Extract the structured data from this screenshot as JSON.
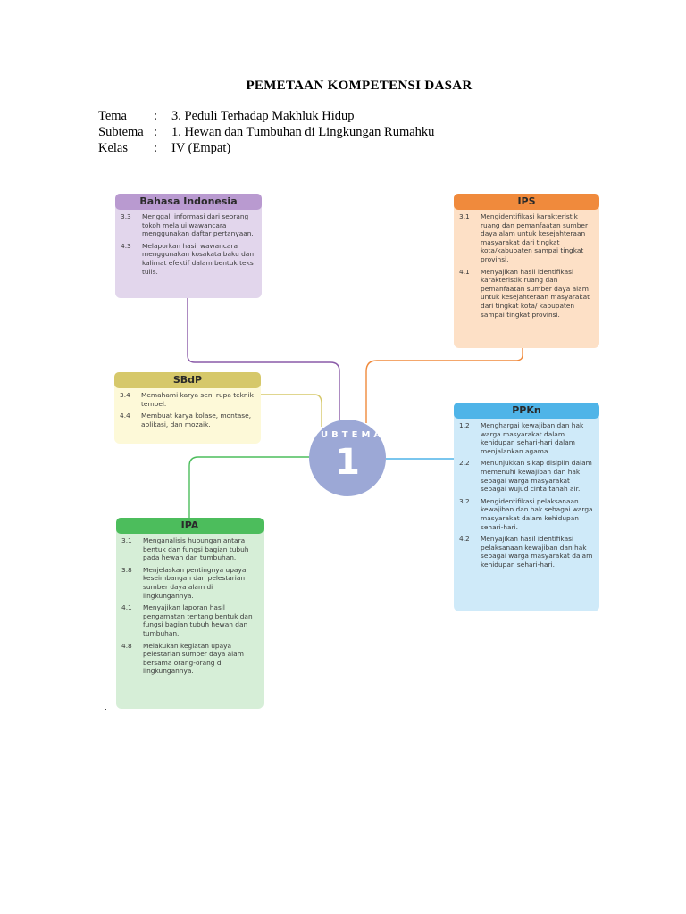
{
  "document": {
    "title": "PEMETAAN KOMPETENSI DASAR"
  },
  "meta": {
    "tema": {
      "label": "Tema",
      "sep": ":",
      "value": "3. Peduli Terhadap Makhluk Hidup"
    },
    "subtema": {
      "label": "Subtema",
      "sep": ":",
      "value": "1. Hewan dan Tumbuhan di Lingkungan Rumahku"
    },
    "kelas": {
      "label": "Kelas",
      "sep": ":",
      "value": "IV (Empat)"
    }
  },
  "hub": {
    "word": "SUBTEMA",
    "number": "1",
    "color": "#9ca8d6"
  },
  "subjects": {
    "bahasa": {
      "title": "Bahasa Indonesia",
      "head_color": "#b99ad0",
      "body_color": "#e2d6ec",
      "items": [
        {
          "code": "3.3",
          "text": "Menggali informasi dari seorang tokoh melalui wawancara menggunakan daftar pertanyaan."
        },
        {
          "code": "4.3",
          "text": "Melaporkan hasil wawancara menggunakan kosakata baku dan kalimat efektif dalam bentuk teks tulis."
        }
      ]
    },
    "ips": {
      "title": "IPS",
      "head_color": "#f08a3c",
      "body_color": "#fde0c6",
      "items": [
        {
          "code": "3.1",
          "text": "Mengidentifikasi karakteristik ruang dan pemanfaatan sumber daya alam untuk kesejahteraan masyarakat dari tingkat kota/kabupaten sampai tingkat provinsi."
        },
        {
          "code": "4.1",
          "text": "Menyajikan hasil identifikasi karakteristik ruang dan pemanfaatan sumber daya alam untuk kesejahteraan masyarakat dari tingkat kota/ kabupaten sampai tingkat provinsi."
        }
      ]
    },
    "sbdp": {
      "title": "SBdP",
      "head_color": "#d6c86a",
      "body_color": "#fdf9d8",
      "items": [
        {
          "code": "3.4",
          "text": "Memahami karya seni rupa teknik tempel."
        },
        {
          "code": "4.4",
          "text": "Membuat karya kolase, montase, aplikasi, dan mozaik."
        }
      ]
    },
    "ppkn": {
      "title": "PPKn",
      "head_color": "#4fb4e8",
      "body_color": "#cfeaf9",
      "items": [
        {
          "code": "1.2",
          "text": "Menghargai kewajiban dan hak warga masyarakat dalam kehidupan sehari-hari dalam menjalankan agama."
        },
        {
          "code": "2.2",
          "text": "Menunjukkan sikap disiplin dalam memenuhi kewajiban dan hak sebagai warga masyarakat sebagai wujud cinta tanah air."
        },
        {
          "code": "3.2",
          "text": "Mengidentifikasi pelaksanaan kewajiban dan hak sebagai warga masyarakat dalam kehidupan sehari-hari."
        },
        {
          "code": "4.2",
          "text": "Menyajikan hasil identifikasi pelaksanaan kewajiban dan hak sebagai warga masyarakat dalam kehidupan sehari-hari."
        }
      ]
    },
    "ipa": {
      "title": "IPA",
      "head_color": "#4cbd5c",
      "body_color": "#d6eed7",
      "items": [
        {
          "code": "3.1",
          "text": "Menganalisis hubungan antara bentuk dan fungsi bagian tubuh pada hewan dan tumbuhan."
        },
        {
          "code": "3.8",
          "text": "Menjelaskan pentingnya upaya keseimbangan dan pelestarian sumber daya alam di lingkungannya."
        },
        {
          "code": "4.1",
          "text": "Menyajikan laporan hasil pengamatan tentang bentuk dan fungsi bagian tubuh hewan dan tumbuhan."
        },
        {
          "code": "4.8",
          "text": "Melakukan kegiatan upaya pelestarian sumber daya alam bersama orang-orang di lingkungannya."
        }
      ]
    }
  }
}
